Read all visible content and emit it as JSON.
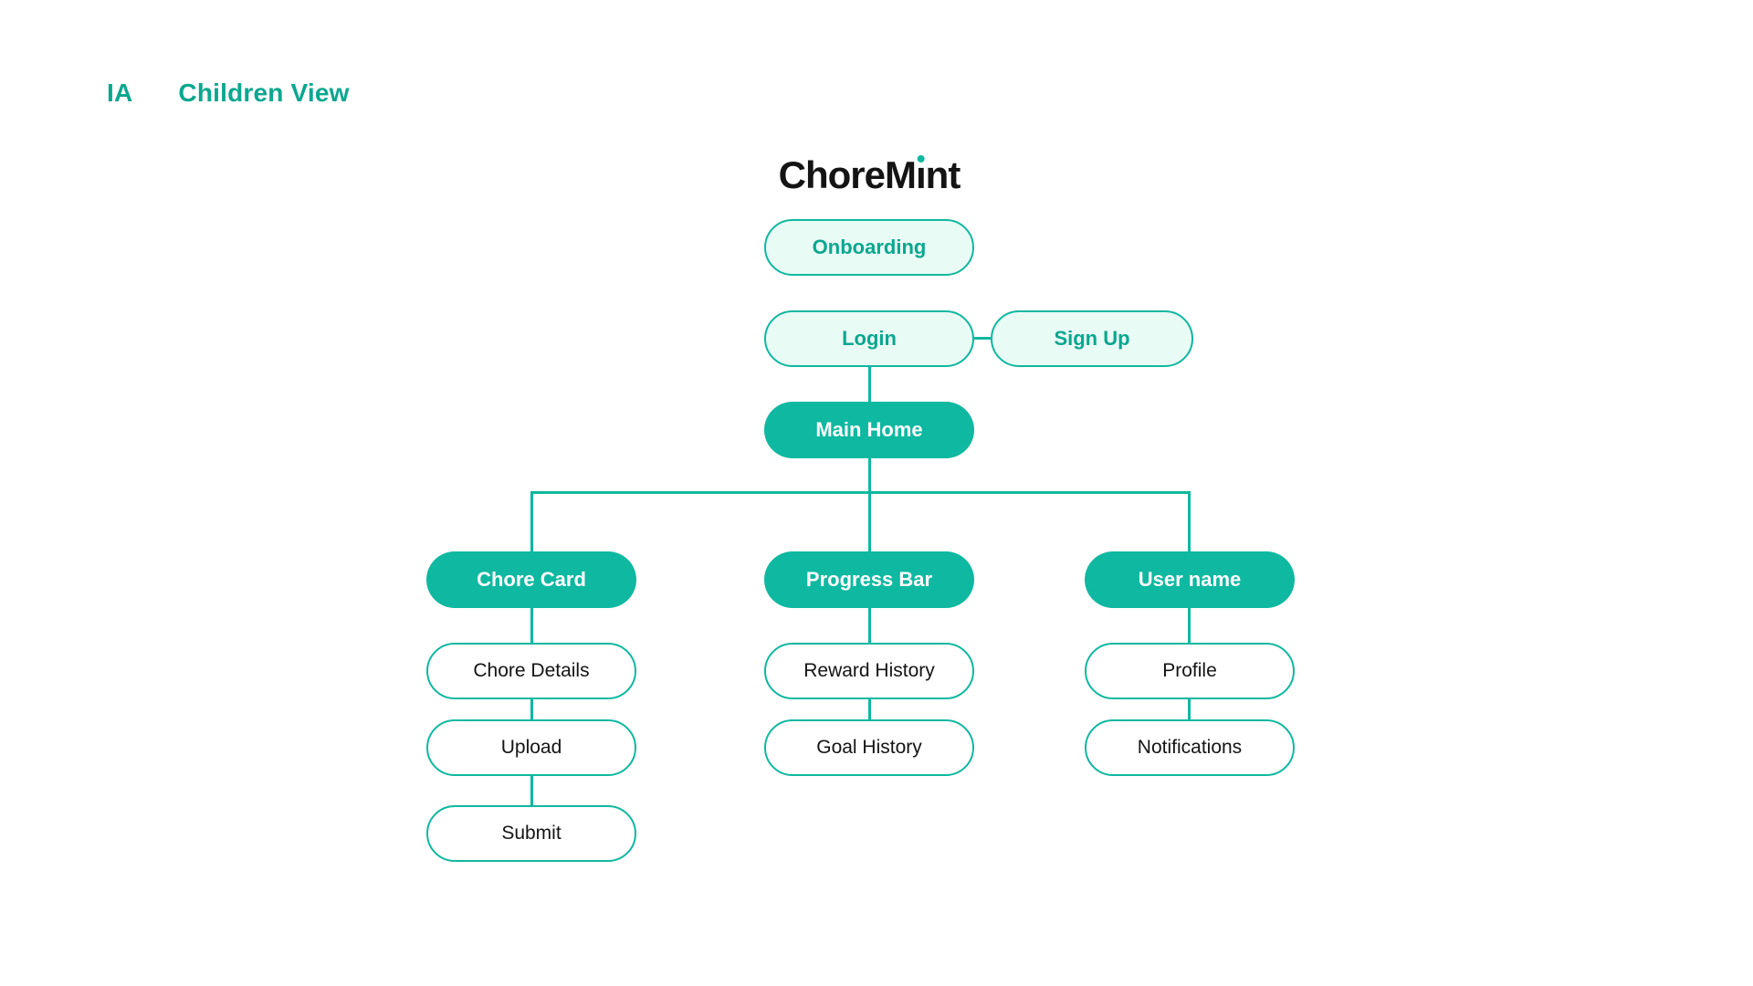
{
  "page": {
    "title_prefix": "IA",
    "title": "Children View"
  },
  "logo": {
    "full": "ChoreMint",
    "before_i": "ChoreM",
    "dotless_i": "ı",
    "after_i": "nt"
  },
  "colors": {
    "accent": "#0FB8A0",
    "accent_text": "#0BA78F",
    "accent_light": "#E9FBF5"
  },
  "nodes": {
    "onboarding": "Onboarding",
    "login": "Login",
    "signup": "Sign Up",
    "main_home": "Main Home",
    "chore_card": "Chore Card",
    "chore_details": "Chore Details",
    "upload": "Upload",
    "submit": "Submit",
    "progress_bar": "Progress Bar",
    "reward_history": "Reward History",
    "goal_history": "Goal History",
    "user_name": "User name",
    "profile": "Profile",
    "notifications": "Notifications"
  }
}
